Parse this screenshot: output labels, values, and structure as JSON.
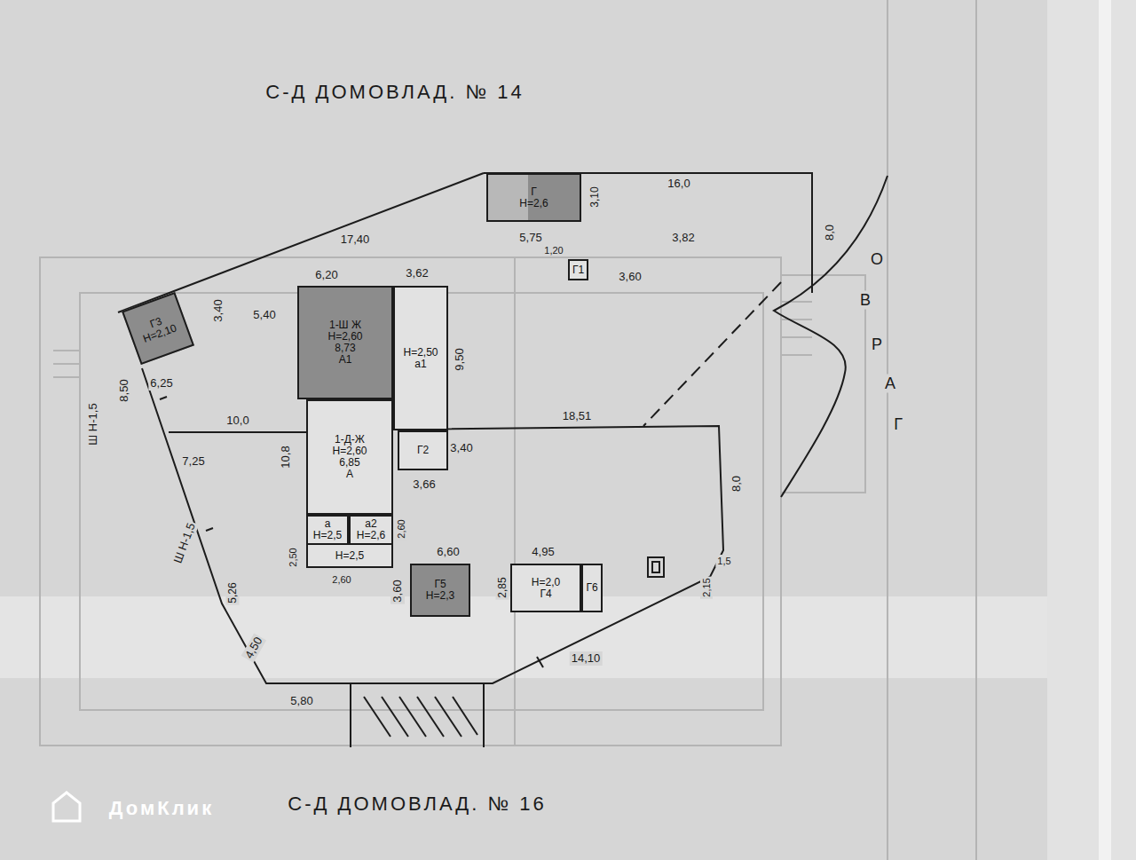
{
  "diagram": {
    "nodes": [
      {
        "text": [
          "Г",
          "Н=2,6"
        ]
      },
      {
        "text": [
          "Г1"
        ]
      },
      {
        "text": [
          "Г3",
          "Н=2,10"
        ]
      },
      {
        "text": [
          "1-Ш Ж",
          "Н=2,60",
          "8,73",
          "А1"
        ]
      },
      {
        "text": [
          "Н=2,50",
          "а1"
        ]
      },
      {
        "text": [
          "1-Д-Ж",
          "Н=2,60",
          "6,85",
          "А"
        ]
      },
      {
        "text": [
          "Г2"
        ]
      },
      {
        "text": [
          "а",
          "Н=2,5"
        ]
      },
      {
        "text": [
          "а2",
          "Н=2,6"
        ]
      },
      {
        "text": [
          "Н=2,5"
        ]
      },
      {
        "text": [
          "Г5",
          "Н=2,3"
        ]
      },
      {
        "text": [
          "Н=2,0",
          "Г4"
        ]
      },
      {
        "text": [
          "Г6"
        ]
      }
    ],
    "labels": [
      "С-Д ДОМОВЛАД. № 14",
      "16,0",
      "3,10",
      "5,75",
      "8,0",
      "17,40",
      "1,20",
      "3,82",
      "3,60",
      "6,20",
      "3,62",
      "5,40",
      "3,40",
      "6,25",
      "8,50",
      "9,50",
      "10,8",
      "10,0",
      "3,40",
      "3,66",
      "18,51",
      "8,0",
      "2,50",
      "2,60",
      "2,60",
      "6,60",
      "3,60",
      "4,95",
      "2,85",
      "1,5",
      "2,15",
      "14,10",
      "5,80",
      "4,50",
      "5,26",
      "7,25",
      "Ш Н-1,5",
      "Ш Н-1,5",
      "О",
      "В",
      "Р",
      "А",
      "Г",
      "С-Д ДОМОВЛАД. № 16",
      "ДомКлик"
    ]
  }
}
